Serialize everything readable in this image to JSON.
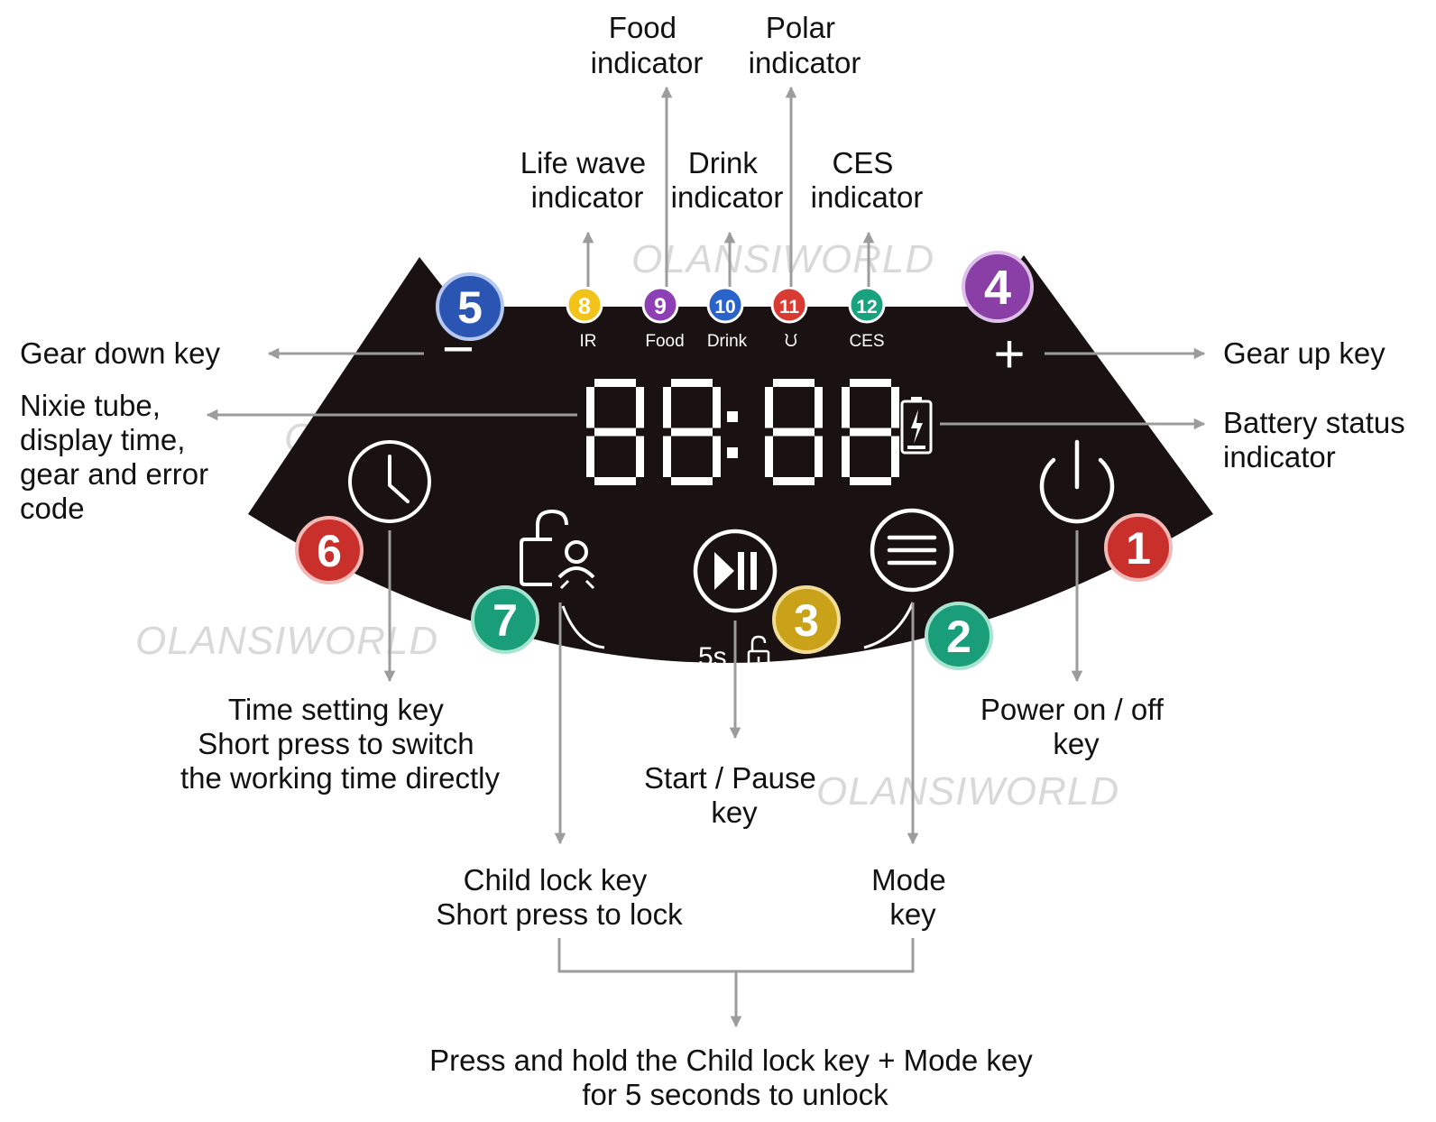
{
  "watermark": "OLANSIWORLD",
  "colors": {
    "panel": "#1a1212",
    "arrow": "#9c9c9c",
    "badge_red": "#c9302c",
    "badge_green": "#1a9e7a",
    "badge_gold": "#c9a21a",
    "badge_purple": "#8a3fa6",
    "badge_blue": "#2b55b3",
    "dot_8": "#f2c318",
    "dot_9": "#8e3fb5",
    "dot_10": "#2a63c9",
    "dot_11": "#d93a32",
    "dot_12": "#17a37e"
  },
  "panel": {
    "display": "88:88",
    "minus_symbol": "−",
    "plus_symbol": "+",
    "unlock_hint": "5s",
    "indicators": [
      {
        "number": "8",
        "label": "IR"
      },
      {
        "number": "9",
        "label": "Food"
      },
      {
        "number": "10",
        "label": "Drink"
      },
      {
        "number": "11",
        "label": "ᙀ"
      },
      {
        "number": "12",
        "label": "CES"
      }
    ],
    "icons": {
      "clock": "clock-icon",
      "child_lock": "child-lock-icon",
      "play_pause": "play-pause-icon",
      "mode": "menu-icon",
      "power": "power-icon",
      "battery": "battery-icon",
      "unlock": "unlock-icon"
    }
  },
  "badges": [
    {
      "number": "1",
      "color": "badge_red"
    },
    {
      "number": "2",
      "color": "badge_green"
    },
    {
      "number": "3",
      "color": "badge_gold"
    },
    {
      "number": "4",
      "color": "badge_purple"
    },
    {
      "number": "5",
      "color": "badge_blue"
    },
    {
      "number": "6",
      "color": "badge_red"
    },
    {
      "number": "7",
      "color": "badge_green"
    }
  ],
  "labels": {
    "food_indicator": [
      "Food",
      "indicator"
    ],
    "polar_indicator": [
      "Polar",
      "indicator"
    ],
    "life_wave_indicator": [
      "Life wave",
      "indicator"
    ],
    "drink_indicator": [
      "Drink",
      "indicator"
    ],
    "ces_indicator": [
      "CES",
      "indicator"
    ],
    "gear_down_key": [
      "Gear down key"
    ],
    "gear_up_key": [
      "Gear up key"
    ],
    "nixie_tube": [
      "Nixie tube,",
      "display time,",
      "gear and error",
      "code"
    ],
    "battery_status": [
      "Battery status",
      "indicator"
    ],
    "time_setting_key": [
      "Time setting key",
      "Short press to switch",
      "the working time directly"
    ],
    "power_key": [
      "Power on / off",
      "key"
    ],
    "start_pause_key": [
      "Start / Pause",
      "key"
    ],
    "child_lock_key": [
      "Child lock key",
      "Short press to lock"
    ],
    "mode_key": [
      "Mode",
      "key"
    ],
    "unlock_note": [
      "Press and hold the Child lock key + Mode key",
      "for 5 seconds to unlock"
    ]
  }
}
